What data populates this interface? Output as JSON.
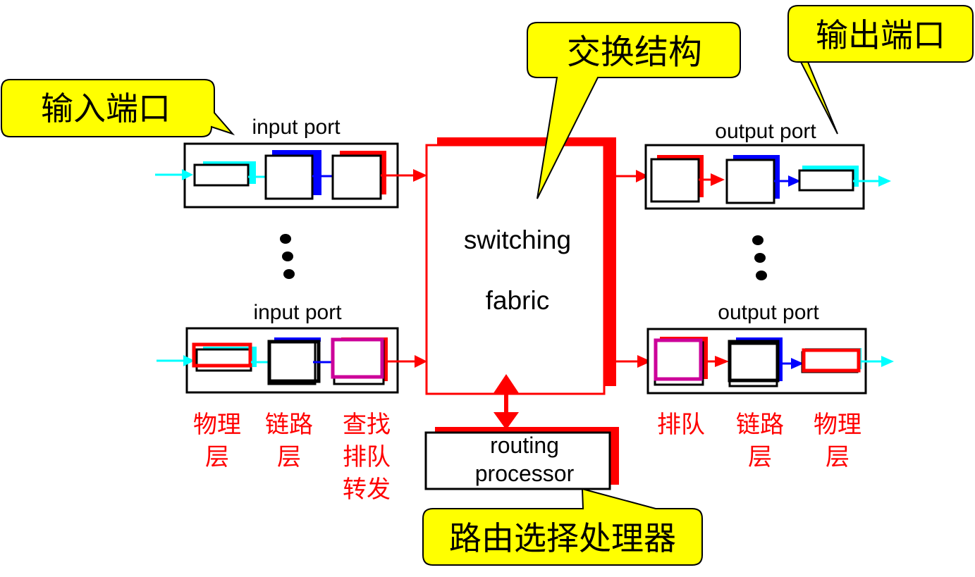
{
  "colors": {
    "callout_fill": "#ffff00",
    "physical_layer": "#00ffff",
    "link_layer": "#0000ff",
    "network_layer": "#ff0000",
    "queue_highlight": "#cc0099",
    "label_red": "#ff0000"
  },
  "callouts": {
    "input_port": "输入端口",
    "switching_fabric": "交换结构",
    "output_port": "输出端口",
    "routing_processor": "路由选择处理器"
  },
  "input_ports": [
    {
      "label": "input port"
    },
    {
      "label": "input port"
    }
  ],
  "output_ports": [
    {
      "label": "output port"
    },
    {
      "label": "output port"
    }
  ],
  "switching_fabric": {
    "line1": "switching",
    "line2": "fabric"
  },
  "routing_processor": {
    "line1": "routing",
    "line2": "processor"
  },
  "input_layer_labels": [
    {
      "lines": [
        "物理",
        "层"
      ]
    },
    {
      "lines": [
        "链路",
        "层"
      ]
    },
    {
      "lines": [
        "查找",
        "排队",
        "转发"
      ]
    }
  ],
  "output_layer_labels": [
    {
      "lines": [
        "排队"
      ]
    },
    {
      "lines": [
        "链路",
        "层"
      ]
    },
    {
      "lines": [
        "物理",
        "层"
      ]
    }
  ],
  "ellipsis": "more ports"
}
